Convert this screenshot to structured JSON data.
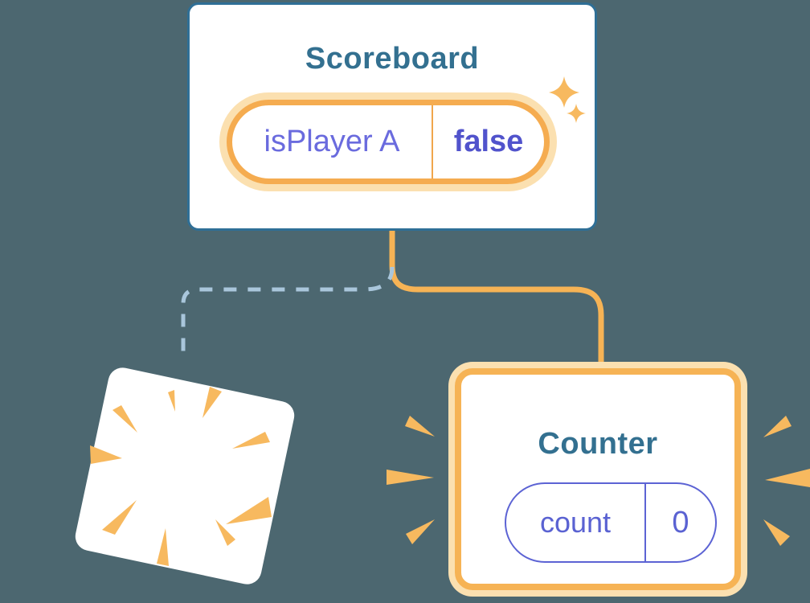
{
  "canvas": {
    "background_color": "#4C6770"
  },
  "palette": {
    "card_border_blue": "#2F6F96",
    "title_blue": "#337090",
    "state_label_purple": "#6A6BDE",
    "state_value_purple_bold": "#5153CC",
    "pill_indigo": "#5C63D4",
    "orange": "#F6B355",
    "orange_halo": "#FBE0B0",
    "dashed_line_blue": "#A9C6DB",
    "card_white": "#FFFFFF"
  },
  "scoreboard_card": {
    "title": "Scoreboard",
    "state_pill": {
      "label": "isPlayer A",
      "value": "false"
    }
  },
  "counter_card": {
    "title": "Counter",
    "state_pill": {
      "label": "count",
      "value": "0"
    }
  }
}
